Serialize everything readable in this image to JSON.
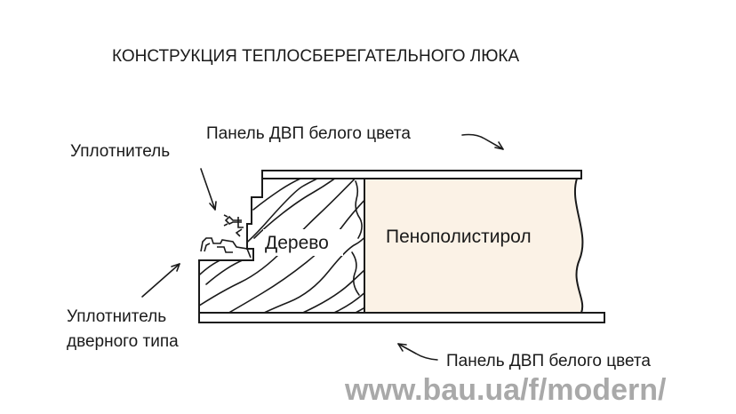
{
  "title": "КОНСТРУКЦИЯ ТЕПЛОСБЕРЕГАТЕЛЬНОГО ЛЮКА",
  "labels": {
    "panel_top": "Панель ДВП белого цвета",
    "seal": "Уплотнитель",
    "seal_door_line1": "Уплотнитель",
    "seal_door_line2": "дверного типа",
    "wood": "Дерево",
    "foam": "Пенополистирол",
    "panel_bottom": "Панель ДВП белого цвета"
  },
  "watermark": "www.bau.ua/f/modern/",
  "colors": {
    "outline": "#1a1a1a",
    "foam_fill": "#fbf2e6",
    "panel_fill": "#ffffff",
    "watermark": "#a9a9a9"
  }
}
